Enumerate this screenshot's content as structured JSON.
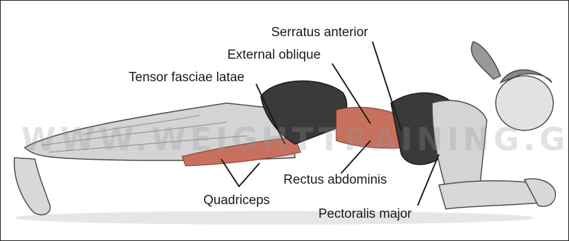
{
  "labels": {
    "serratus_anterior": "Serratus anterior",
    "external_oblique": "External oblique",
    "tensor_fasciae_latae": "Tensor fasciae latae",
    "rectus_abdominis": "Rectus abdominis",
    "quadriceps": "Quadriceps",
    "pectoralis_major": "Pectoralis major"
  },
  "watermark": "WWW.WEIGHTTRAINING.GUIDE",
  "colors": {
    "target_muscle": "#c8705e",
    "clothing": "#3a3a3a",
    "skin_outline": "#4a4a4a",
    "leader_line": "#1a1a1a"
  }
}
